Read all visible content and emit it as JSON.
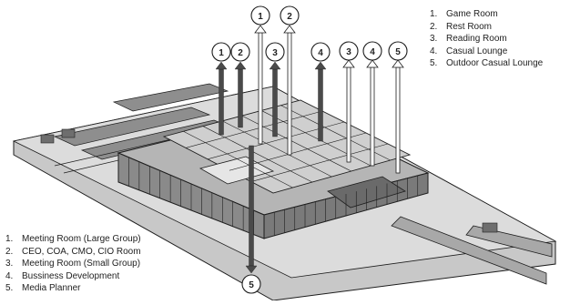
{
  "legend_top": {
    "items": [
      {
        "num": "1.",
        "label": "Game Room"
      },
      {
        "num": "2.",
        "label": "Rest Room"
      },
      {
        "num": "3.",
        "label": "Reading Room"
      },
      {
        "num": "4.",
        "label": "Casual Lounge"
      },
      {
        "num": "5.",
        "label": "Outdoor Casual Lounge"
      }
    ]
  },
  "legend_bottom": {
    "items": [
      {
        "num": "1.",
        "label": "Meeting Room (Large Group)"
      },
      {
        "num": "2.",
        "label": "CEO, COA, CMO, CIO Room"
      },
      {
        "num": "3.",
        "label": "Meeting Room (Small Group)"
      },
      {
        "num": "4.",
        "label": "Bussiness Development"
      },
      {
        "num": "5.",
        "label": "Media Planner"
      }
    ]
  },
  "markers_upper": [
    "1",
    "2",
    "3",
    "4",
    "5"
  ],
  "markers_lower": [
    "1",
    "2",
    "3",
    "4",
    "5"
  ],
  "colors": {
    "dark_arrow": "#4a4a4a",
    "light_arrow": "#ffffff",
    "line": "#1e1e1e",
    "building_fill": "#9a9a9a",
    "ground_fill": "#b8b8b8"
  }
}
